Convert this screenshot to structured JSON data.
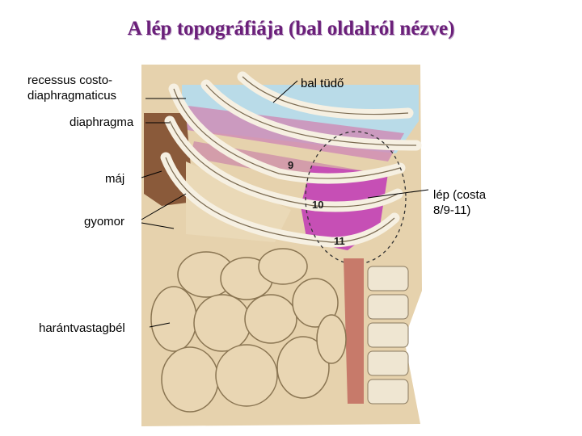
{
  "title": "A lép topográfiája (bal oldalról nézve)",
  "labels": {
    "recessus": "recessus costo-\ndiaphragmaticus",
    "lung": "bal tüdő",
    "diaphragm": "diaphragma",
    "liver": "máj",
    "spleen": "lép (costa\n8/9-11)",
    "stomach": "gyomor",
    "colon": "harántvastagbél"
  },
  "rib_numbers": [
    "9",
    "10",
    "11"
  ]
}
